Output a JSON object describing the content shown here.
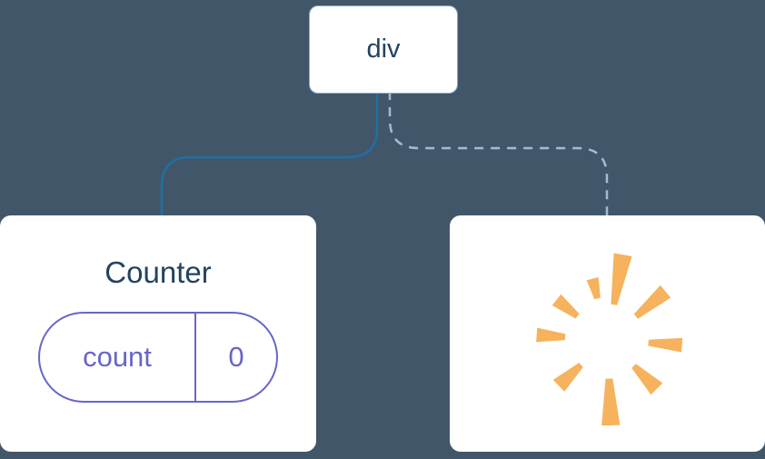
{
  "diagram": {
    "description_labels": {
      "root_label": "div"
    },
    "counter_node": {
      "title": "Counter",
      "state_key": "count",
      "state_value": "0"
    },
    "poof_node": {
      "icon": "poof-icon"
    }
  },
  "colors": {
    "canvas_background": "#42566A",
    "node_background": "#FFFFFF",
    "node_text": "#23435F",
    "solid_edge": "#1F6FA5",
    "dashed_edge": "#9FBDD4",
    "state_purple": "#6866C9",
    "poof_orange": "#F6B25C"
  }
}
